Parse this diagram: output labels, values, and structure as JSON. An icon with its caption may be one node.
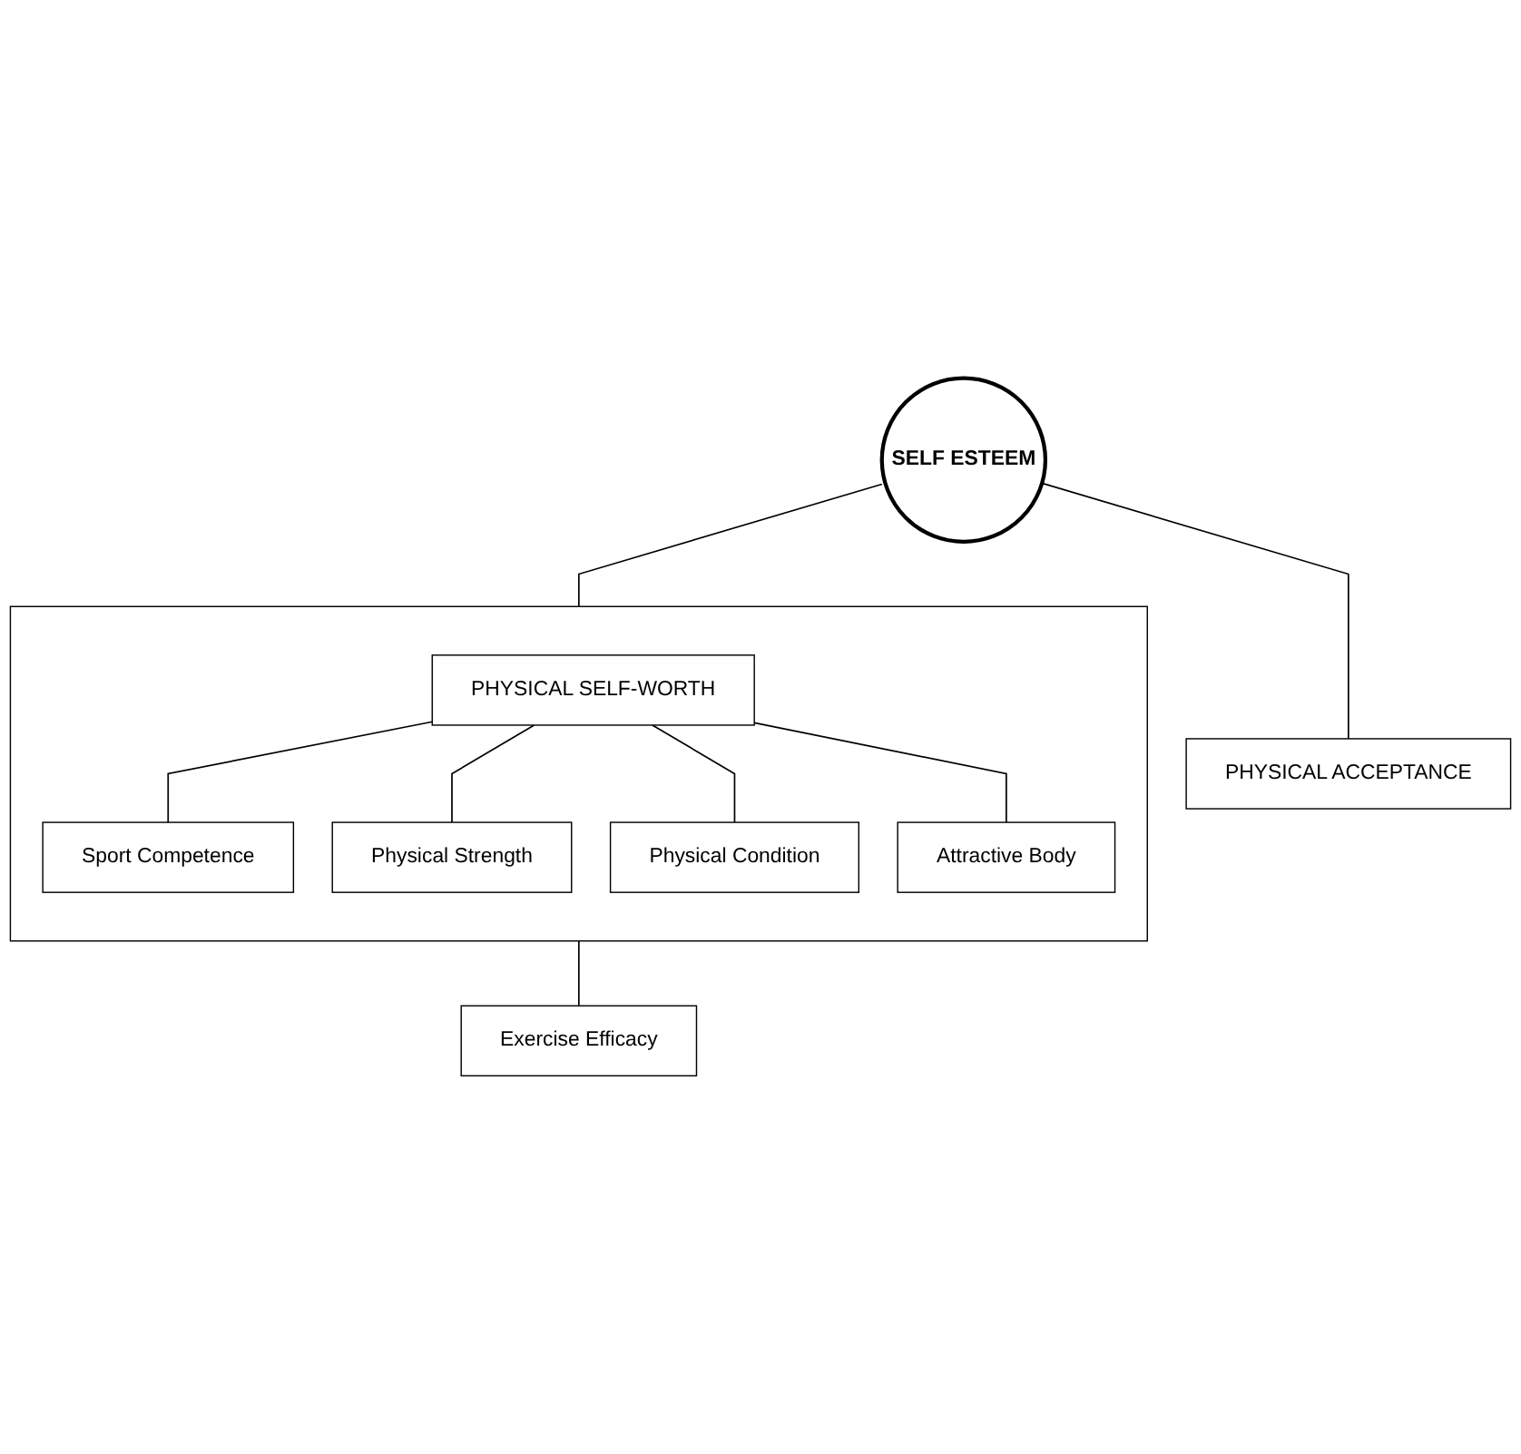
{
  "diagram": {
    "nodes": [
      {
        "text": [
          "SELF ESTEEM"
        ]
      },
      {
        "text": [],
        "shape": "box"
      },
      {
        "text": [
          "PHYSICAL SELF-WORTH"
        ],
        "in": 1
      },
      {
        "text": [
          "Sport Competence"
        ],
        "in": 1
      },
      {
        "text": [
          "Physical Strength"
        ],
        "in": 1
      },
      {
        "text": [
          "Physical Condition"
        ],
        "in": 1
      },
      {
        "text": [
          "Attractive Body"
        ],
        "in": 1
      },
      {
        "text": [
          "PHYSICAL ACCEPTANCE"
        ]
      },
      {
        "text": [
          "Exercise Efficacy"
        ]
      }
    ],
    "edges": [
      {
        "from": 0,
        "to": 1,
        "arrow": "none"
      },
      {
        "from": 0,
        "to": 7,
        "arrow": "none"
      },
      {
        "from": 2,
        "to": 3,
        "arrow": "none"
      },
      {
        "from": 2,
        "to": 4,
        "arrow": "none"
      },
      {
        "from": 2,
        "to": 5,
        "arrow": "none"
      },
      {
        "from": 2,
        "to": 6,
        "arrow": "none"
      },
      {
        "from": 1,
        "to": 8,
        "arrow": "none"
      }
    ]
  }
}
